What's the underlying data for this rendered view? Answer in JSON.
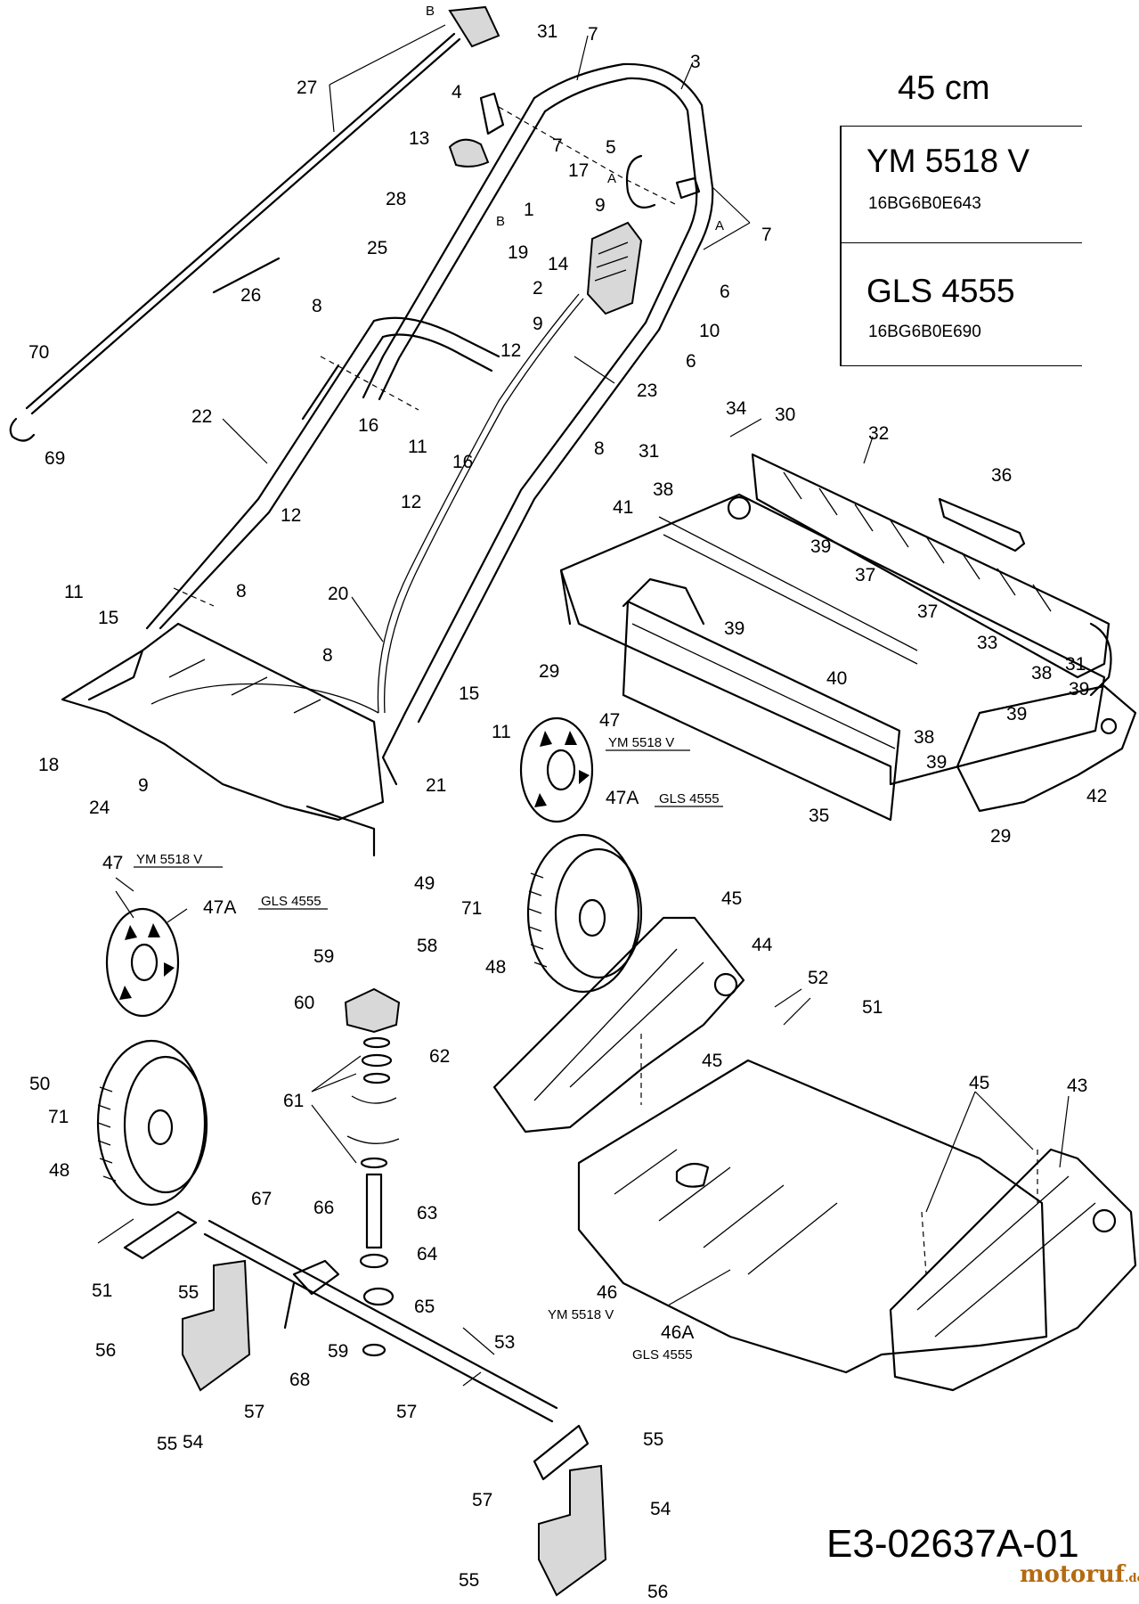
{
  "size_label": "45 cm",
  "models": [
    {
      "name": "YM 5518 V",
      "code": "16BG6B0E643"
    },
    {
      "name": "GLS 4555",
      "code": "16BG6B0E690"
    }
  ],
  "drawing_number": "E3-02637A-01",
  "watermark": {
    "name": "motoruf",
    "tld": ".de"
  },
  "model_tags": {
    "ym": "YM 5518 V",
    "gls": "GLS 4555"
  },
  "part_numbers": [
    "1",
    "2",
    "3",
    "4",
    "5",
    "6",
    "7",
    "8",
    "9",
    "10",
    "11",
    "12",
    "13",
    "14",
    "15",
    "16",
    "17",
    "18",
    "19",
    "20",
    "21",
    "22",
    "23",
    "24",
    "25",
    "26",
    "27",
    "28",
    "29",
    "30",
    "31",
    "32",
    "33",
    "34",
    "35",
    "36",
    "37",
    "38",
    "39",
    "40",
    "41",
    "42",
    "43",
    "44",
    "45",
    "46",
    "46A",
    "47",
    "47A",
    "48",
    "49",
    "50",
    "51",
    "52",
    "53",
    "54",
    "55",
    "56",
    "57",
    "58",
    "59",
    "60",
    "61",
    "62",
    "63",
    "64",
    "65",
    "66",
    "67",
    "68",
    "69",
    "70",
    "71"
  ],
  "callout_letters": [
    "A",
    "B"
  ]
}
